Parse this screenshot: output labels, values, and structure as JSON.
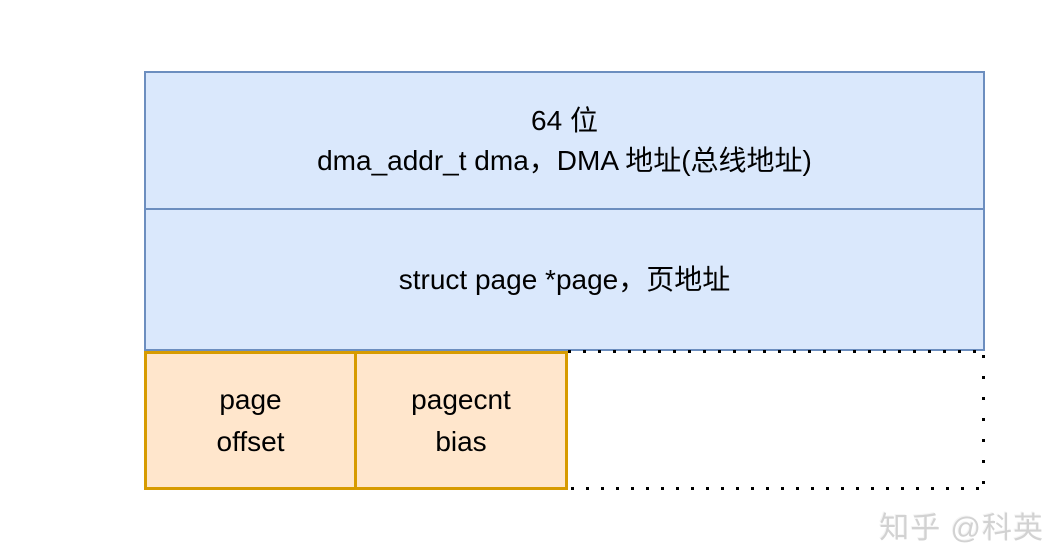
{
  "diagram": {
    "dma_box": {
      "bit_width_label": "64 位",
      "field_label": "dma_addr_t dma，DMA 地址(总线地址)"
    },
    "page_box": {
      "field_label": "struct page *page，页地址"
    },
    "page_offset_box": {
      "line1": "page",
      "line2": "offset"
    },
    "pagecnt_bias_box": {
      "line1": "pagecnt",
      "line2": "bias"
    }
  },
  "watermark": "知乎 @科英",
  "colors": {
    "blue_fill": "#dae8fc",
    "blue_stroke": "#6c8ebf",
    "orange_fill": "#ffe6cc",
    "orange_stroke": "#d79b00",
    "dot_color": "#000000",
    "watermark_color": "#d2d2d2"
  }
}
